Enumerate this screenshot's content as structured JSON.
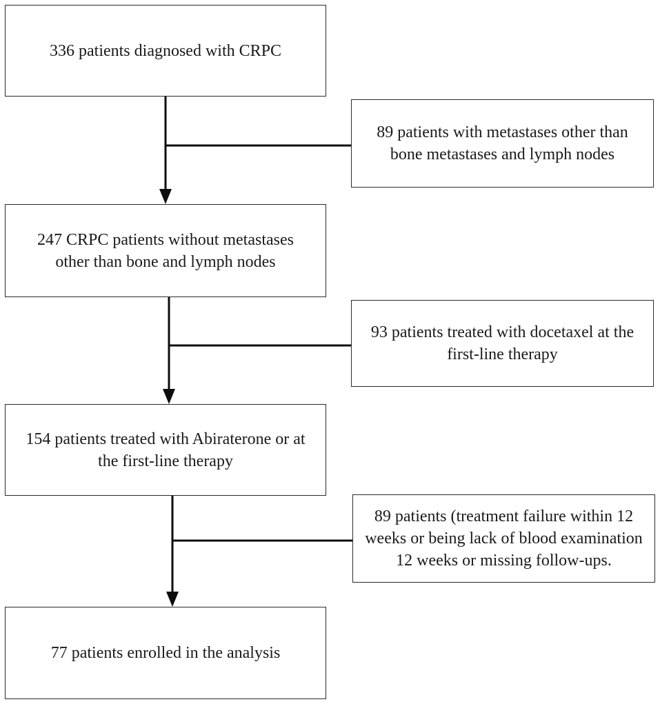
{
  "flowchart": {
    "main_steps": [
      {
        "text": "336 patients diagnosed with CRPC"
      },
      {
        "text": "247 CRPC patients without metastases other than bone and lymph nodes"
      },
      {
        "text": "154 patients treated with Abiraterone or at the first-line therapy"
      },
      {
        "text": "77 patients enrolled in the analysis"
      }
    ],
    "exclusions": [
      {
        "text": "89 patients with metastases other than bone metastases and lymph nodes"
      },
      {
        "text": "93 patients treated with docetaxel at the first-line therapy"
      },
      {
        "text": "89 patients (treatment failure within 12 weeks or being lack of blood examination 12 weeks or missing follow-ups."
      }
    ],
    "colors": {
      "line": "#0d0d0d",
      "box_border": "#2a2a2a",
      "text": "#1a1a1a",
      "background": "#ffffff"
    }
  }
}
